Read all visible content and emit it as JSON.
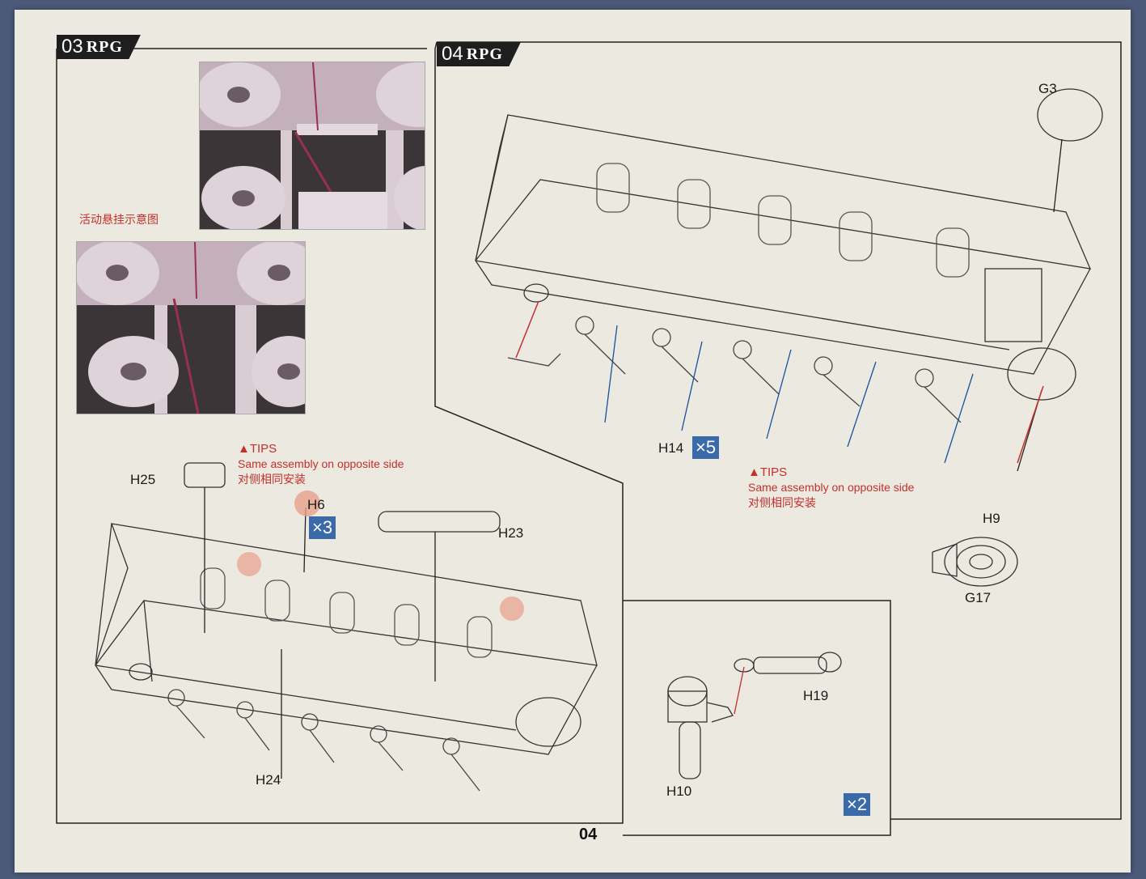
{
  "page_number": "04",
  "brand": "RPG",
  "steps": [
    {
      "number": "03"
    },
    {
      "number": "04"
    }
  ],
  "step03": {
    "photo_caption_cn": "活动悬挂示意图",
    "tips": {
      "head": "▲TIPS",
      "en": "Same assembly on opposite side",
      "cn": "对侧相同安装"
    },
    "labels": {
      "h25": "H25",
      "h6": "H6",
      "h6_qty": "×3",
      "h23": "H23",
      "h24": "H24"
    }
  },
  "step04": {
    "tips": {
      "head": "▲TIPS",
      "en": "Same assembly on opposite side",
      "cn": "对侧相同安装"
    },
    "labels": {
      "g3": "G3",
      "h14": "H14",
      "h14_qty": "×5",
      "h9": "H9",
      "g17": "G17"
    }
  },
  "subassembly": {
    "labels": {
      "h19": "H19",
      "h10": "H10",
      "qty": "×2"
    }
  },
  "colors": {
    "paper": "#ece9e0",
    "tips_red": "#c4302b",
    "qty_blue": "#3a6aa8",
    "photo_pink": "#b9a6b0"
  }
}
